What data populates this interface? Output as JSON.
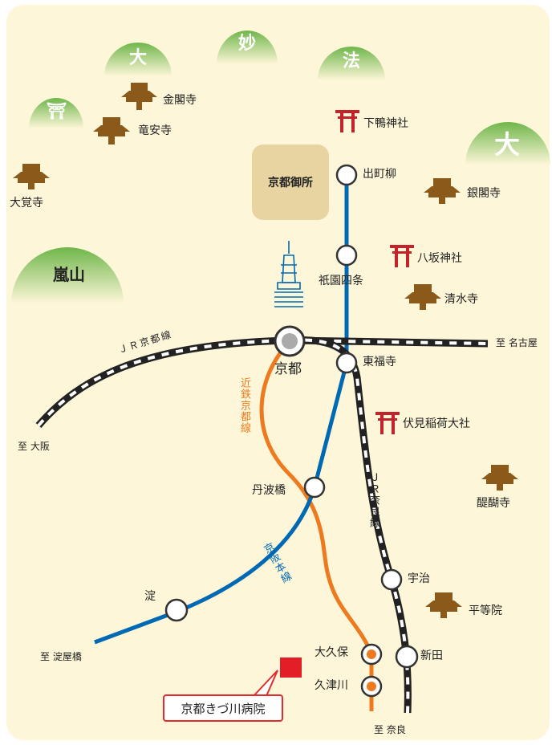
{
  "mountains": {
    "dai_left": "大",
    "myo": "妙",
    "ho": "法",
    "torii_mtn": "⛩",
    "dai_right": "大",
    "arashiyama": "嵐山"
  },
  "temples": {
    "kinkakuji": "金閣寺",
    "ryoanji": "竜安寺",
    "daikakuji": "大覚寺",
    "ginkakuji": "銀閣寺",
    "kiyomizudera": "清水寺",
    "daigoji": "醍醐寺",
    "byodoin": "平等院"
  },
  "shrines": {
    "shimogamo": "下鴨神社",
    "yasaka": "八坂神社",
    "fushimi_inari": "伏見稲荷大社"
  },
  "landmarks": {
    "gosho": "京都御所"
  },
  "stations": {
    "demachiyanagi": "出町柳",
    "gion_shijo": "祇園四条",
    "kyoto": "京都",
    "tofukuji": "東福寺",
    "tambabashi": "丹波橋",
    "uji": "宇治",
    "yodo": "淀",
    "okubo": "大久保",
    "kutsukawa": "久津川",
    "shinden": "新田"
  },
  "lines": {
    "jr_kyoto": "ＪＲ京都線",
    "kintetsu_kyoto": "近鉄京都線",
    "jr_nara": "ＪＲ奈良線",
    "keihan_main": "京阪本線"
  },
  "destinations": {
    "nagoya": "至 名古屋",
    "osaka": "至 大阪",
    "yodoyabashi": "至 淀屋橋",
    "nara": "至 奈良"
  },
  "hospital": {
    "name": "京都きづ川病院"
  },
  "colors": {
    "keihan": "#0069b4",
    "kintetsu": "#ee7a1f",
    "jr": "#222222",
    "mountain": "#7cbf5a",
    "temple": "#8b5a1a",
    "torii": "#c3232b",
    "hospital": "#e31e26"
  }
}
